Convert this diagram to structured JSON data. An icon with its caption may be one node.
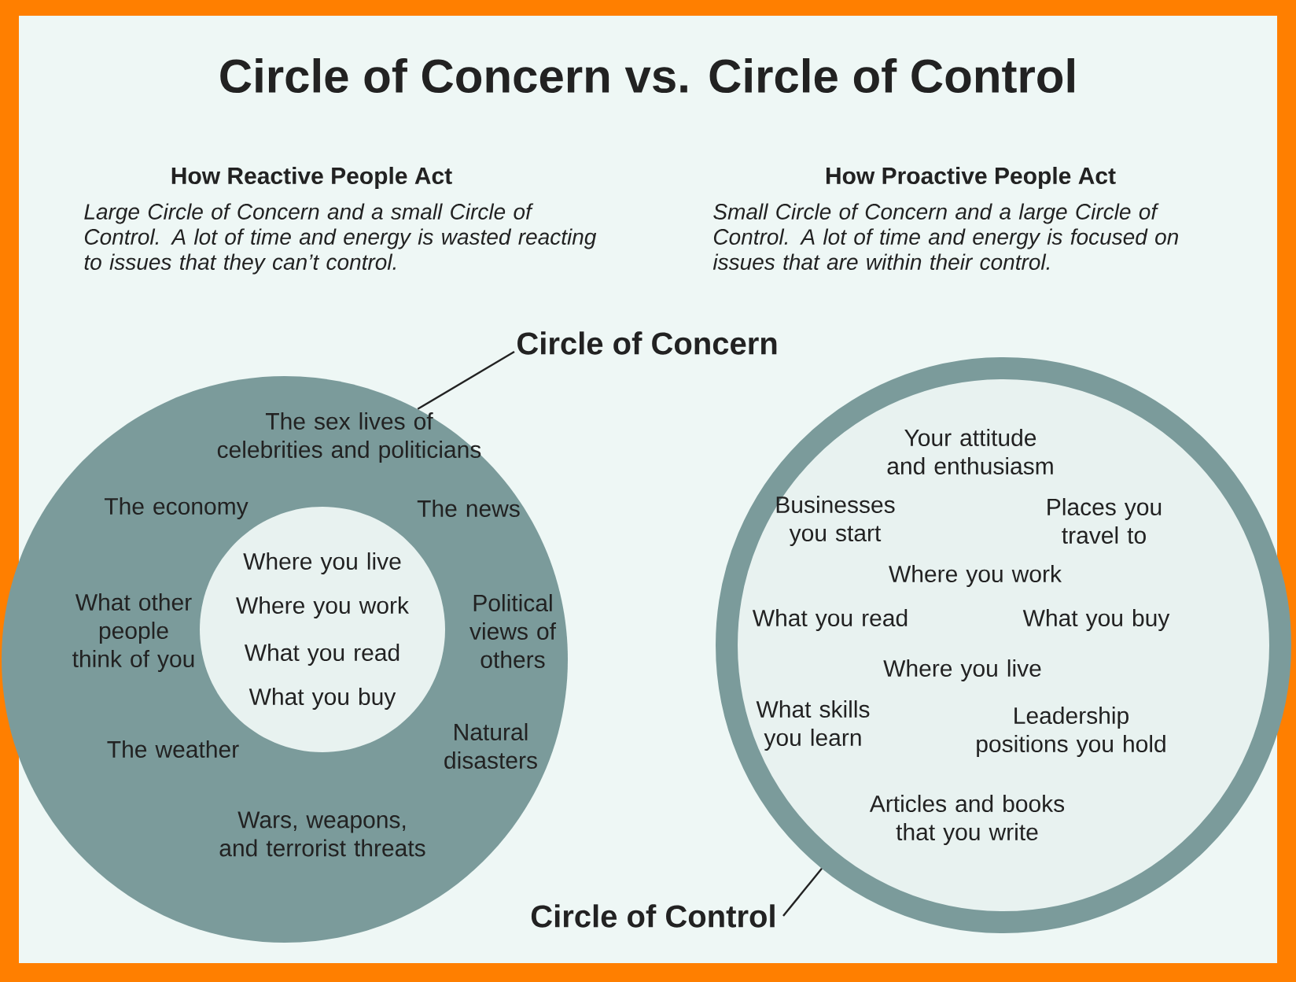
{
  "diagram": {
    "title": "Circle of Concern vs. Circle of Control",
    "nodes": [
      {
        "text": [
          "The sex lives of celebrities and politicians",
          "The economy",
          "The news",
          "What other people think of you",
          "Political views of others",
          "The weather",
          "Natural disasters",
          "Wars, weapons, and terrorist threats"
        ]
      },
      {
        "text": [
          "Where you live",
          "Where you work",
          "What you read",
          "What you buy"
        ],
        "in": 0
      },
      {
        "text": [
          "Circle of Concern"
        ]
      },
      {
        "text": [
          "Your attitude and enthusiasm",
          "Businesses you start",
          "Places you travel to",
          "Where you work",
          "What you read",
          "What you buy",
          "Where you live",
          "What skills you learn",
          "Leadership positions you hold",
          "Articles and books that you write"
        ]
      },
      {
        "text": [
          "Circle of Control"
        ]
      }
    ],
    "edges": [
      {
        "from": 2,
        "to": 0,
        "arrow": "none"
      },
      {
        "from": 4,
        "to": 3,
        "arrow": "none"
      }
    ],
    "labels": [
      "How Reactive People Act",
      "Large Circle of Concern and a small Circle of Control. A lot of time and energy is wasted reacting to issues that they can’t control.",
      "How Proactive People Act",
      "Small Circle of Concern and a large Circle of Control. A lot of time and energy is focused on issues that are within their control."
    ]
  }
}
